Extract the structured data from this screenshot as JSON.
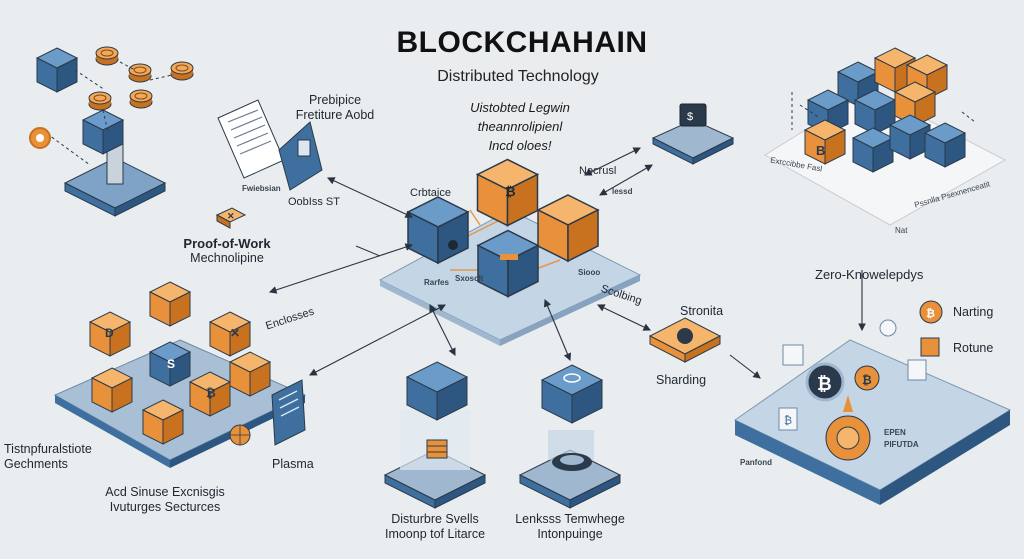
{
  "header": {
    "title": "BLOCKCHAHAIN",
    "subtitle": "Distributed Technology"
  },
  "intro": {
    "line1": "Uistobted Legwin",
    "line2": "theannrolipienl",
    "line3": "Incd oloes!"
  },
  "labels": {
    "prebipice": "Prebipice",
    "fretiture": "Fretiture Aobd",
    "oobiss": "OobIss  ST",
    "proof_of_work": "Proof-of-Work",
    "mechnolipine": "Mechnolipine",
    "center_top": "Crbtaice",
    "necrusl": "Necrusl",
    "lessd": "lessd",
    "rarfes": "Rarfes",
    "sxosclt": "Sxosclt",
    "center_right": "Siooo",
    "encloses": "Enclosses",
    "scolbing": "Scolbing",
    "stronita": "Stronita",
    "sharding": "Sharding",
    "zero_knowledge": "Zero-Knowelepdys",
    "narting": "Narting",
    "rotune": "Rotune",
    "tistnpfural_1": "Tistnpfuralstiote",
    "tistnpfural_2": "Gechments",
    "plasma": "Plasma",
    "acd_sinuse_1": "Acd Sinuse Excnisgis",
    "acd_sinuse_2": "Ivuturges Secturces",
    "disturbre_1": "Disturbre Svells",
    "disturbre_2": "Imoonp tof Litarce",
    "lenksss_1": "Lenksss Temwhege",
    "lenksss_2": "Intonpuinge",
    "topright_1": "Exrccibbe Fasl",
    "topright_2": "Nat",
    "topright_3": "Pssnlla Psexnenceatit",
    "smallbook": "Fwiebsian",
    "zk_tag1": "EPEN",
    "zk_tag2": "PIFUTDA",
    "zk_base": "Panfond"
  },
  "colors": {
    "background": "#e9edef",
    "blue_block": "#3e6f9e",
    "orange_block": "#e8913a",
    "dark_block": "#2b3a4a",
    "platform": "#9fb7cf"
  },
  "icons": [
    "bitcoin-icon",
    "lock-icon",
    "gear-icon",
    "globe-icon",
    "document-icon",
    "shield-icon"
  ]
}
